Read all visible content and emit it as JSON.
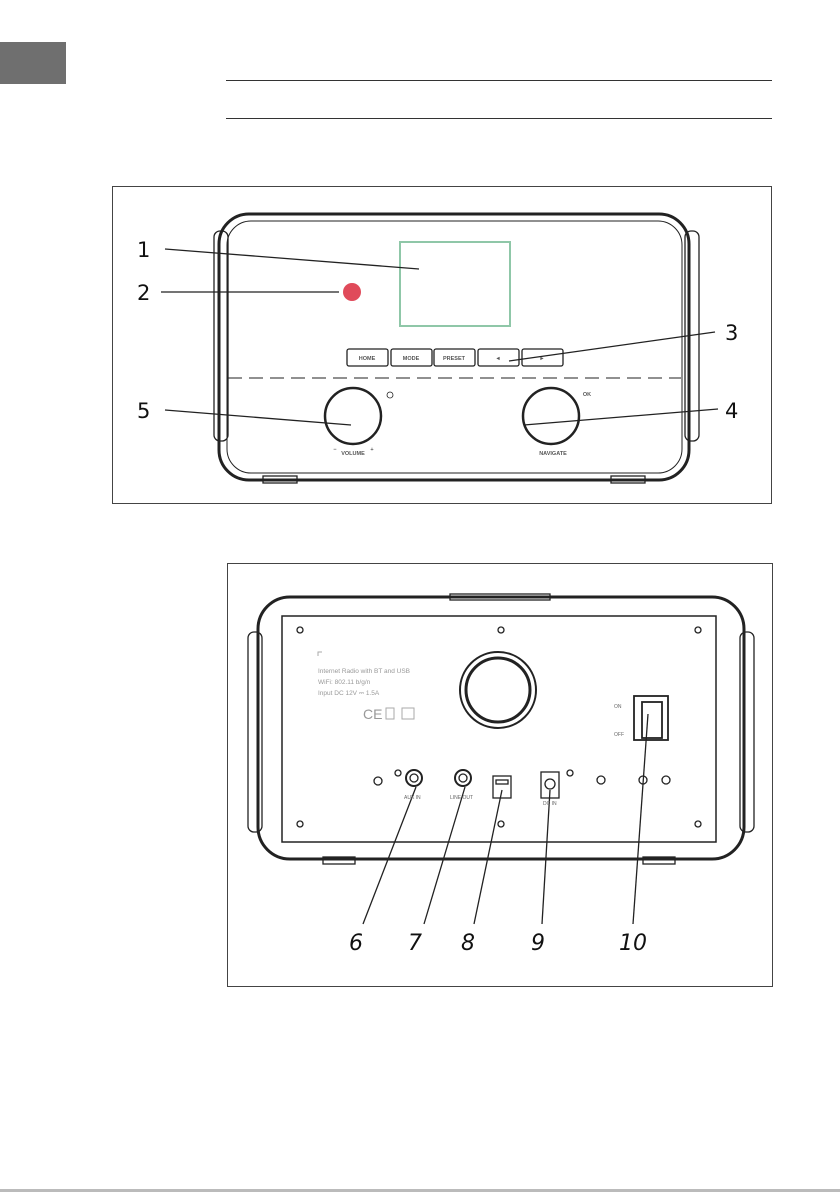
{
  "front_panel": {
    "callouts": [
      "1",
      "2",
      "3",
      "4",
      "5"
    ],
    "buttons": [
      "HOME",
      "MODE",
      "PRESET",
      "◄",
      "►"
    ],
    "knob_labels": {
      "volume": "VOLUME",
      "navigate": "NAVIGATE",
      "ok": "OK",
      "minus": "−",
      "plus": "+"
    }
  },
  "back_panel": {
    "callouts": [
      "6",
      "7",
      "8",
      "9",
      "10"
    ],
    "info_lines": [
      "Internet Radio with BT and USB",
      "WiFi: 802.11 b/g/n",
      "Input DC 12V ⎓ 1.5A"
    ],
    "port_labels": [
      "AUX IN",
      "LINE OUT",
      "DC IN"
    ],
    "switch_labels": {
      "on": "ON",
      "off": "OFF"
    },
    "marks": {
      "ce": "CE"
    }
  },
  "colors": {
    "indicator": "#e04a5a",
    "display_border": "#8fc7a8",
    "line": "#222222"
  }
}
